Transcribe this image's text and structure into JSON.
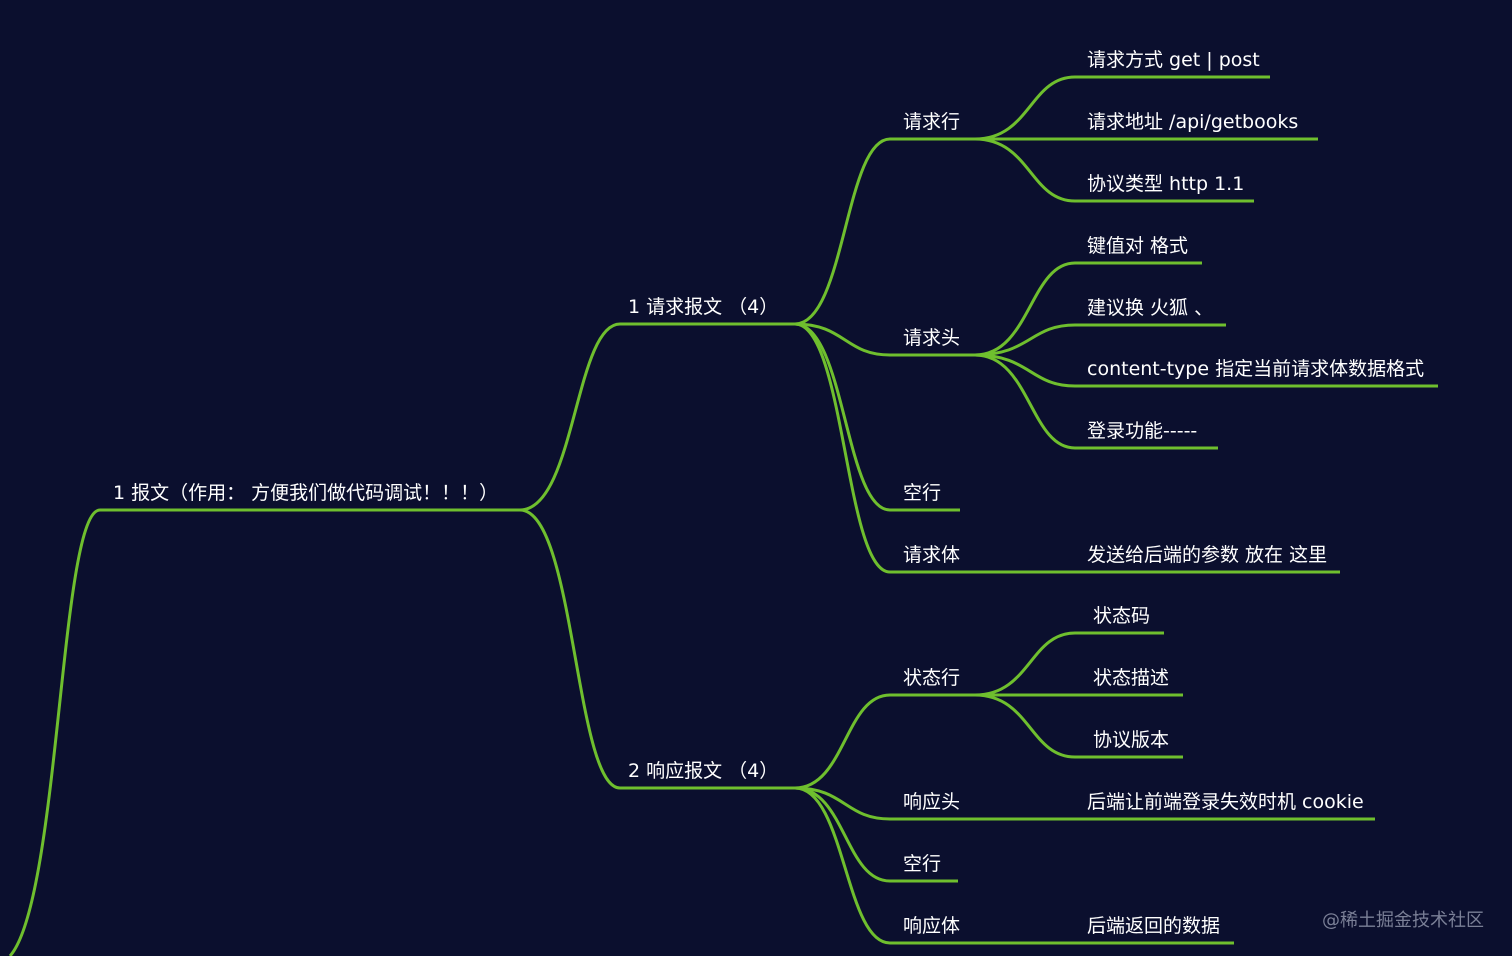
{
  "mindmap": {
    "root": {
      "label": "1  报文（作用： 方便我们做代码调试！！！）"
    },
    "request": {
      "label": "1 请求报文 （4）",
      "line": {
        "label": "请求行",
        "children": [
          "请求方式 get | post",
          "请求地址  /api/getbooks",
          "协议类型 http 1.1"
        ]
      },
      "header": {
        "label": "请求头",
        "children": [
          "键值对 格式",
          "建议换 火狐 、",
          "content-type  指定当前请求体数据格式",
          "登录功能-----"
        ]
      },
      "blank": {
        "label": "空行"
      },
      "body": {
        "label": "请求体",
        "child": "发送给后端的参数 放在 这里"
      }
    },
    "response": {
      "label": "2 响应报文 （4）",
      "status": {
        "label": "状态行",
        "children": [
          "状态码",
          "状态描述",
          "协议版本"
        ]
      },
      "header": {
        "label": "响应头",
        "child": "后端让前端登录失效时机 cookie"
      },
      "blank": {
        "label": "空行"
      },
      "body": {
        "label": "响应体",
        "child": "后端返回的数据"
      }
    }
  },
  "watermark": "@稀土掘金技术社区",
  "colors": {
    "background": "#0b0f2e",
    "branch": "#6fbf2e",
    "text": "#ffffff"
  }
}
